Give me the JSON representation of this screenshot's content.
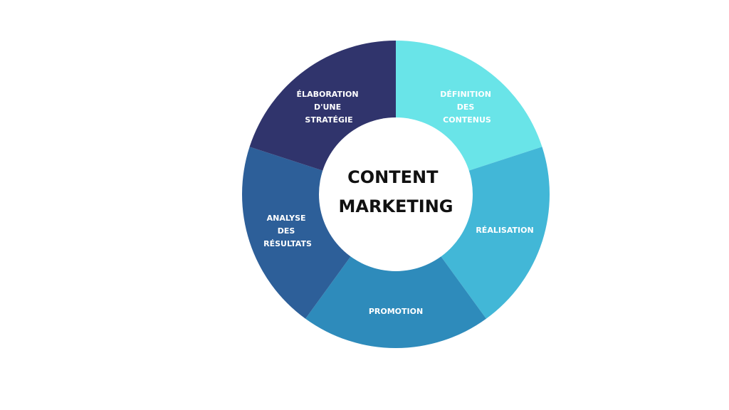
{
  "center": {
    "line1": "CONTENT",
    "line2": "MARKETING"
  },
  "segments": [
    {
      "id": "definition",
      "lines": [
        "DÉFINITION",
        "DES",
        "CONTENUS"
      ],
      "color": "#69e4e8"
    },
    {
      "id": "realisation",
      "lines": [
        "RÉALISATION"
      ],
      "color": "#42b7d7"
    },
    {
      "id": "promotion",
      "lines": [
        "PROMOTION"
      ],
      "color": "#2e8bbb"
    },
    {
      "id": "analyse",
      "lines": [
        "ANALYSE",
        "DES",
        "RÉSULTATS"
      ],
      "color": "#2d5f99"
    },
    {
      "id": "elaboration",
      "lines": [
        "ÉLABORATION",
        "D'UNE",
        "STRATÉGIE"
      ],
      "color": "#30346c"
    }
  ]
}
